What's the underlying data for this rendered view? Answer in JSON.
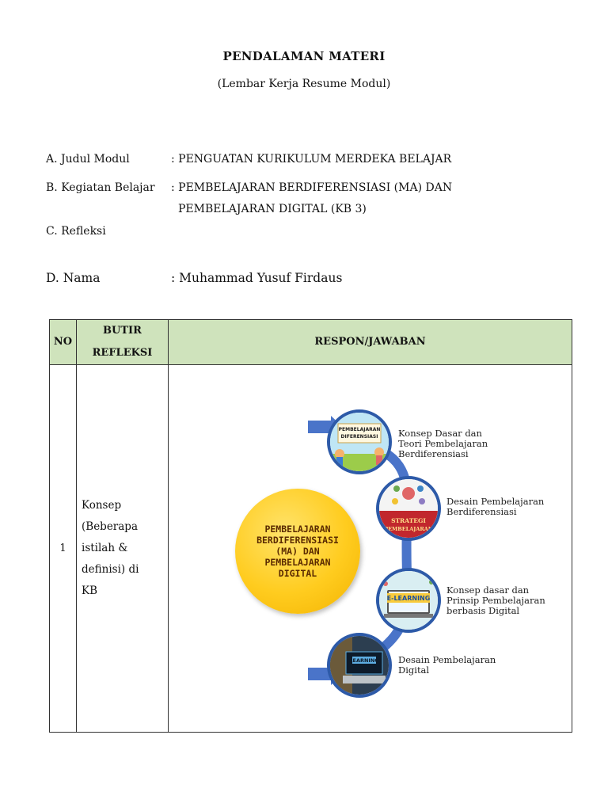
{
  "header": {
    "title": "PENDALAMAN MATERI",
    "subtitle": "(Lembar Kerja Resume Modul)"
  },
  "fields": {
    "a_label": "A.  Judul Modul",
    "a_value": ": PENGUATAN KURIKULUM MERDEKA BELAJAR",
    "b_label": "B.  Kegiatan Belajar",
    "b_value_line1": ": PEMBELAJARAN BERDIFERENSIASI (MA) DAN",
    "b_value_line2": "PEMBELAJARAN DIGITAL (KB 3)",
    "c_label": "C.  Refleksi",
    "d_label": "D.  Nama",
    "d_value": ": Muhammad Yusuf Firdaus"
  },
  "table": {
    "headers": {
      "no": "NO",
      "butir_line1": "BUTIR",
      "butir_line2": "REFLEKSI",
      "respon": "RESPON/JAWABAN"
    },
    "rows": [
      {
        "no": "1",
        "butir_lines": [
          "Konsep",
          "(Beberapa",
          "istilah &",
          "definisi) di",
          "KB"
        ]
      }
    ]
  },
  "infographic": {
    "center_text": "PEMBELAJARAN BERDIFERENSIASI (MA) DAN PEMBELAJARAN DIGITAL",
    "node1_image_text_line1": "PEMBELAJARAN",
    "node1_image_text_line2": "DIFERENSIASI",
    "node2_image_text_line1": "STRATEGI",
    "node2_image_text_line2": "PEMBELAJARAN",
    "node3_image_text": "E-LEARNING",
    "node4_image_text": "LEARNING",
    "captions": [
      {
        "line1": "Konsep Dasar dan",
        "line2": "Teori Pembelajaran",
        "line3": "Berdiferensiasi"
      },
      {
        "line1": "Desain Pembelajaran",
        "line2": "Berdiferensiasi",
        "line3": ""
      },
      {
        "line1": "Konsep dasar dan",
        "line2": "Prinsip Pembelajaran",
        "line3": "berbasis Digital"
      },
      {
        "line1": "Desain Pembelajaran",
        "line2": "Digital",
        "line3": ""
      }
    ],
    "colors": {
      "connector": "#4a74c9",
      "ring": "#2d5aa8",
      "center": "#ffcc1f",
      "header_bg": "#cfe3bc"
    }
  }
}
